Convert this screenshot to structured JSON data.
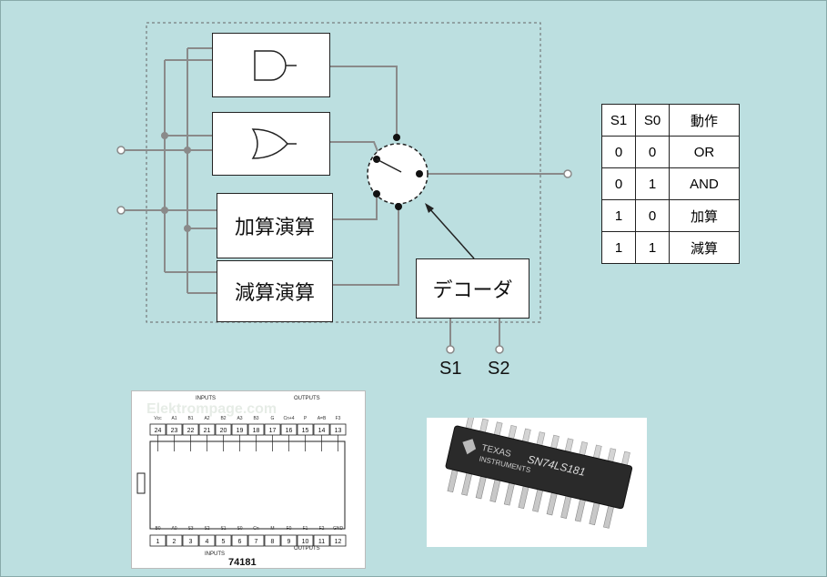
{
  "diagram": {
    "blocks": {
      "and_gate": "AND gate",
      "or_gate": "OR gate",
      "adder": "加算演算",
      "subtractor": "減算演算",
      "decoder": "デコーダ"
    },
    "signals": [
      "S1",
      "S2"
    ]
  },
  "truth_table": {
    "headers": [
      "S1",
      "S0",
      "動作"
    ],
    "rows": [
      [
        "0",
        "0",
        "OR"
      ],
      [
        "0",
        "1",
        "AND"
      ],
      [
        "1",
        "0",
        "加算"
      ],
      [
        "1",
        "1",
        "減算"
      ]
    ]
  },
  "pinout": {
    "top_header_left": "INPUTS",
    "top_header_right": "OUTPUTS",
    "watermark": "Elektrompage.com",
    "bottom_header_left": "INPUTS",
    "bottom_header_right": "OUTPUTS",
    "part_label": "74181",
    "top_pins": [
      "24",
      "23",
      "22",
      "21",
      "20",
      "19",
      "18",
      "17",
      "16",
      "15",
      "14",
      "13"
    ],
    "top_pin_names": [
      "Vcc",
      "A1",
      "B1",
      "A2",
      "B2",
      "A3",
      "B3",
      "G",
      "Cn+4",
      "P",
      "A=B",
      "F3"
    ],
    "bottom_pins": [
      "1",
      "2",
      "3",
      "4",
      "5",
      "6",
      "7",
      "8",
      "9",
      "10",
      "11",
      "12"
    ],
    "bottom_pin_names": [
      "B0",
      "A0",
      "S3",
      "S2",
      "S1",
      "S0",
      "Cn",
      "M",
      "F0",
      "F1",
      "F2",
      "GND"
    ]
  },
  "chip_photo": {
    "brand": "TEXAS",
    "brand_line2": "INSTRUMENTS",
    "part_number": "SN74LS181"
  },
  "colors": {
    "background": "#bcdfe0",
    "wire": "#8a8a8a"
  }
}
